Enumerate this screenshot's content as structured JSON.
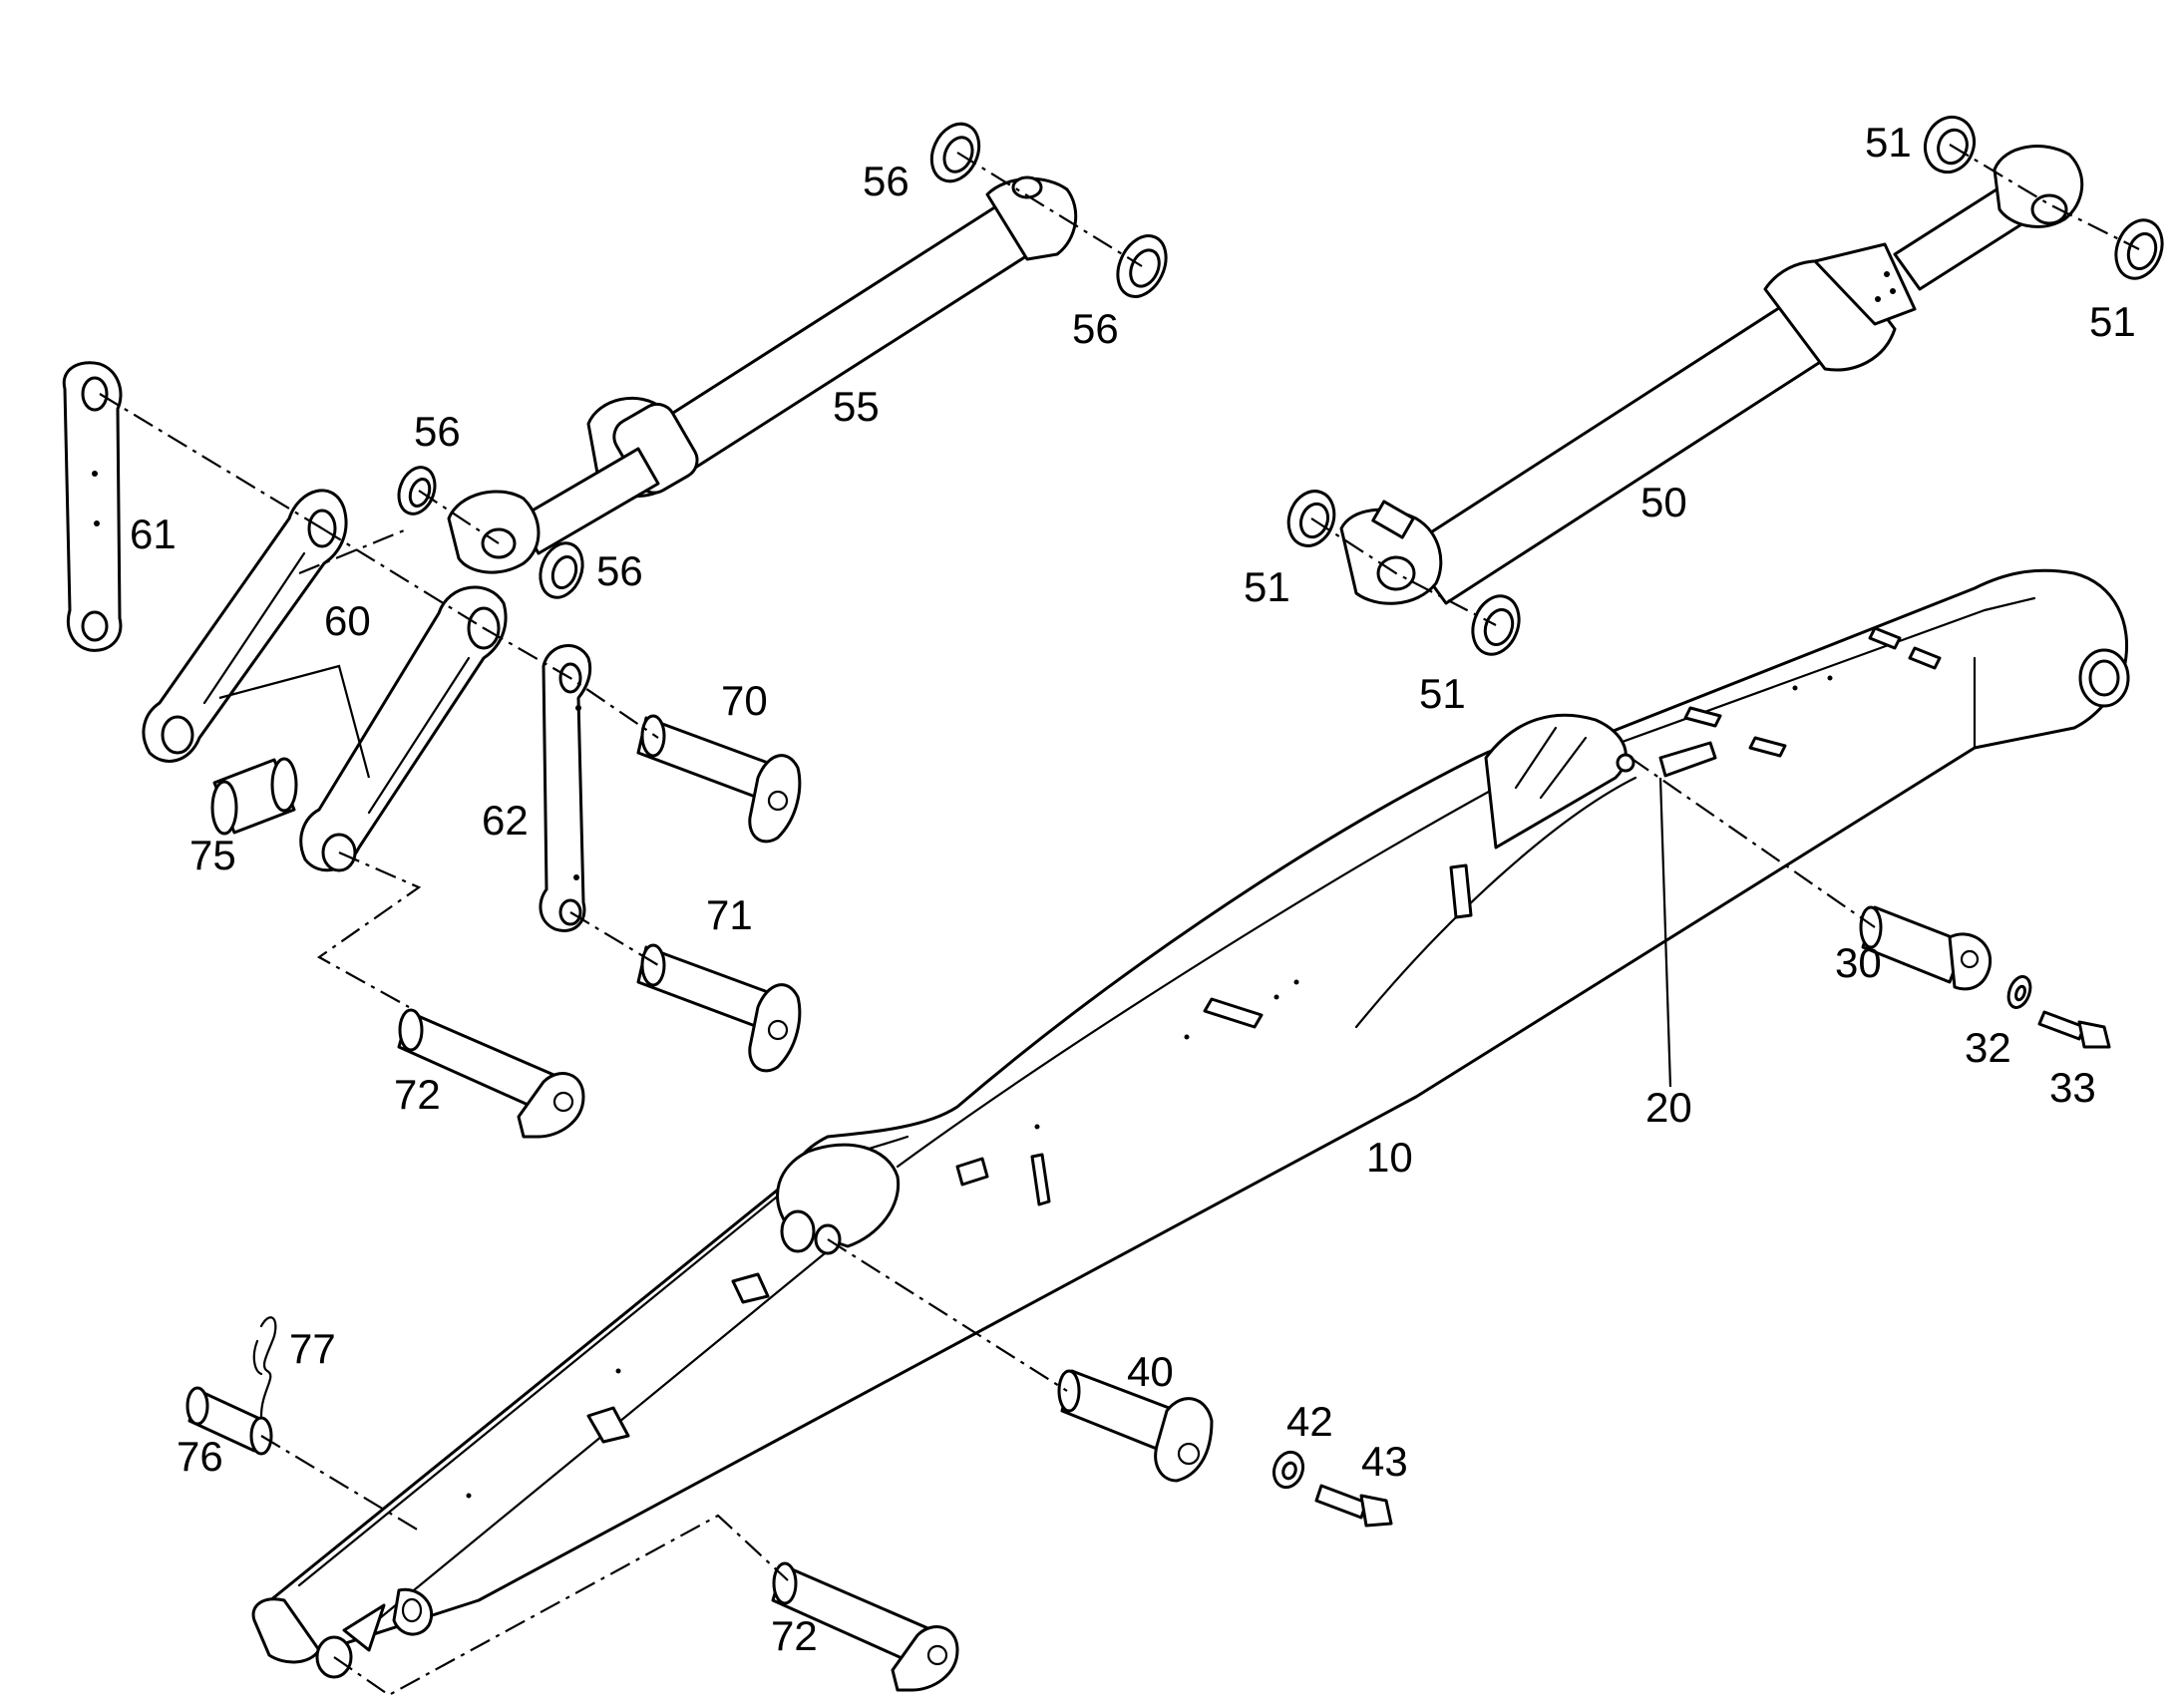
{
  "callouts": [
    {
      "id": "c10",
      "text": "10"
    },
    {
      "id": "c20",
      "text": "20"
    },
    {
      "id": "c30",
      "text": "30"
    },
    {
      "id": "c32",
      "text": "32"
    },
    {
      "id": "c33",
      "text": "33"
    },
    {
      "id": "c40",
      "text": "40"
    },
    {
      "id": "c42",
      "text": "42"
    },
    {
      "id": "c43",
      "text": "43"
    },
    {
      "id": "c50",
      "text": "50"
    },
    {
      "id": "c51a",
      "text": "51"
    },
    {
      "id": "c51b",
      "text": "51"
    },
    {
      "id": "c51c",
      "text": "51"
    },
    {
      "id": "c51d",
      "text": "51"
    },
    {
      "id": "c55",
      "text": "55"
    },
    {
      "id": "c56a",
      "text": "56"
    },
    {
      "id": "c56b",
      "text": "56"
    },
    {
      "id": "c56c",
      "text": "56"
    },
    {
      "id": "c56d",
      "text": "56"
    },
    {
      "id": "c60",
      "text": "60"
    },
    {
      "id": "c61",
      "text": "61"
    },
    {
      "id": "c62",
      "text": "62"
    },
    {
      "id": "c70",
      "text": "70"
    },
    {
      "id": "c71",
      "text": "71"
    },
    {
      "id": "c72a",
      "text": "72"
    },
    {
      "id": "c72b",
      "text": "72"
    },
    {
      "id": "c75",
      "text": "75"
    },
    {
      "id": "c76",
      "text": "76"
    },
    {
      "id": "c77",
      "text": "77"
    }
  ]
}
